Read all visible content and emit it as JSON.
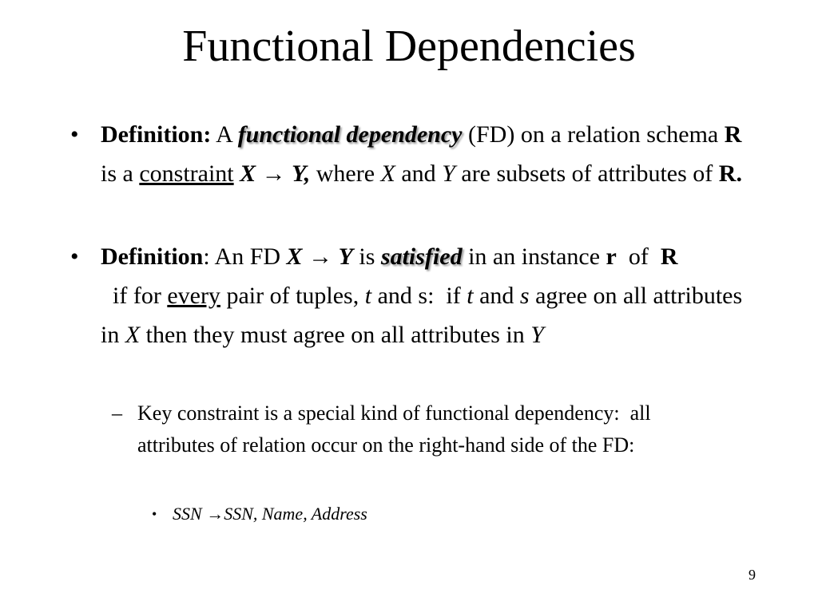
{
  "slide": {
    "title": "Functional Dependencies",
    "page_number": "9",
    "bullet_symbol": "•",
    "dash_symbol": "–",
    "arrow": "→",
    "bullet1": {
      "label": "Definition:",
      "t1": " A ",
      "term": "functional dependency",
      "t2": " (FD) on a relation schema ",
      "R": "R",
      "t3": " is a ",
      "constraint": "constraint",
      "t4": " ",
      "X": "X",
      "t5": " ",
      "Y": "Y,",
      "t6": " where ",
      "X2": "X",
      "t7": " and ",
      "Y2": "Y",
      "t8": " are subsets of attributes of ",
      "R2": "R."
    },
    "bullet2": {
      "label": "Definition",
      "t1": ": An FD ",
      "X": "X",
      "t2": " ",
      "Y": "Y",
      "t3": " is ",
      "term": "satisfied",
      "t4": " in an instance ",
      "r": "r",
      "t5": "  of  ",
      "R": "R",
      "t6": "  if for ",
      "every": "every",
      "t7": " pair of tuples, ",
      "t": "t",
      "t8": " and s:  if ",
      "t2v": "t",
      "t9": " and ",
      "s": "s",
      "t10": " agree on all attributes in ",
      "X2": "X",
      "t11": " then they must agree on all attributes in ",
      "Y2": "Y"
    },
    "sub1": "Key constraint is a special kind of functional dependency:  all attributes of relation occur on the right-hand side of the FD:",
    "subsub1": {
      "lhs": "SSN ",
      "rhs": "SSN, Name, Address"
    }
  }
}
